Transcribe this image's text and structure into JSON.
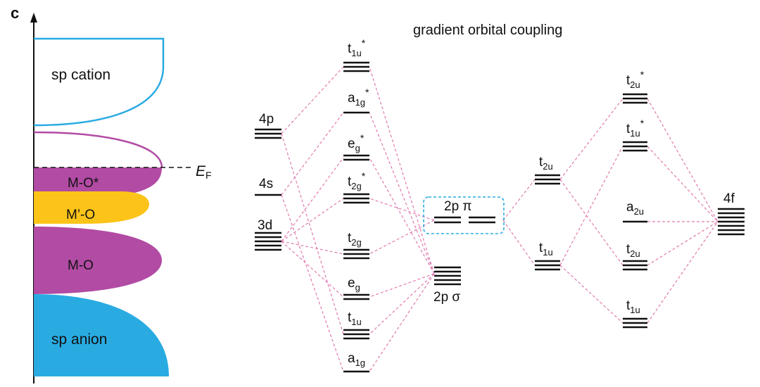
{
  "panel_label": "c",
  "title": "gradient orbital coupling",
  "colors": {
    "sp_blue": "#29ABE2",
    "mo_purple": "#B24BA4",
    "mprime_yellow": "#FCC419",
    "coupling_line": "#E07BB0",
    "box_outline": "#29ABE2",
    "ink": "#111111"
  },
  "dos": {
    "sp_cation": "sp cation",
    "mo_star": "M-O*",
    "mprime_o": "M’-O",
    "mo": "M-O",
    "sp_anion": "sp anion",
    "fermi_main": "E",
    "fermi_sub": "F"
  },
  "metal_ao": {
    "p4": "4p",
    "s4": "4s",
    "d3": "3d"
  },
  "oct_mo": {
    "t1u_star": {
      "main": "t",
      "sub": "1u",
      "sup": "*"
    },
    "a1g_star": {
      "main": "a",
      "sub": "1g",
      "sup": "*"
    },
    "eg_star": {
      "main": "e",
      "sub": "g",
      "sup": "*"
    },
    "t2g_star": {
      "main": "t",
      "sub": "2g",
      "sup": "*"
    },
    "t2g": {
      "main": "t",
      "sub": "2g",
      "sup": ""
    },
    "eg": {
      "main": "e",
      "sub": "g",
      "sup": ""
    },
    "t1u": {
      "main": "t",
      "sub": "1u",
      "sup": ""
    },
    "a1g": {
      "main": "a",
      "sub": "1g",
      "sup": ""
    }
  },
  "oxygen": {
    "pi": "2p π",
    "sigma": "2p σ"
  },
  "mid_mo": {
    "t2u": {
      "main": "t",
      "sub": "2u",
      "sup": ""
    },
    "t1u": {
      "main": "t",
      "sub": "1u",
      "sup": ""
    }
  },
  "f_mo": {
    "t2u_star": {
      "main": "t",
      "sub": "2u",
      "sup": "*"
    },
    "t1u_star": {
      "main": "t",
      "sub": "1u",
      "sup": "*"
    },
    "a2u": {
      "main": "a",
      "sub": "2u",
      "sup": ""
    },
    "t2u": {
      "main": "t",
      "sub": "2u",
      "sup": ""
    },
    "t1u": {
      "main": "t",
      "sub": "1u",
      "sup": ""
    }
  },
  "f_ao": "4f"
}
